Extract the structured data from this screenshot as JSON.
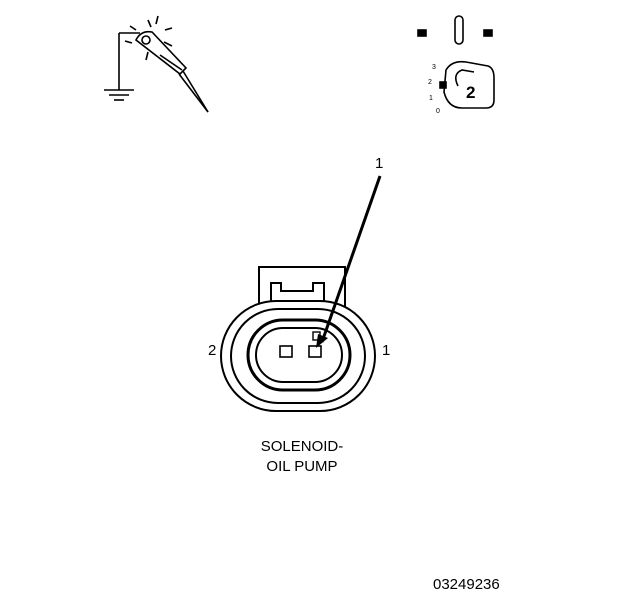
{
  "callout": {
    "number": "1"
  },
  "pins": {
    "left": "2",
    "right": "1"
  },
  "caption": {
    "line1": "SOLENOID-",
    "line2": "OIL PUMP"
  },
  "ignition": {
    "key_number": "2",
    "positions": [
      "3",
      "2",
      "1",
      "0"
    ]
  },
  "figure_id": "03249236",
  "icons": {
    "test_light": "test-light-to-ground-icon",
    "ignition": "ignition-key-on-icon"
  }
}
